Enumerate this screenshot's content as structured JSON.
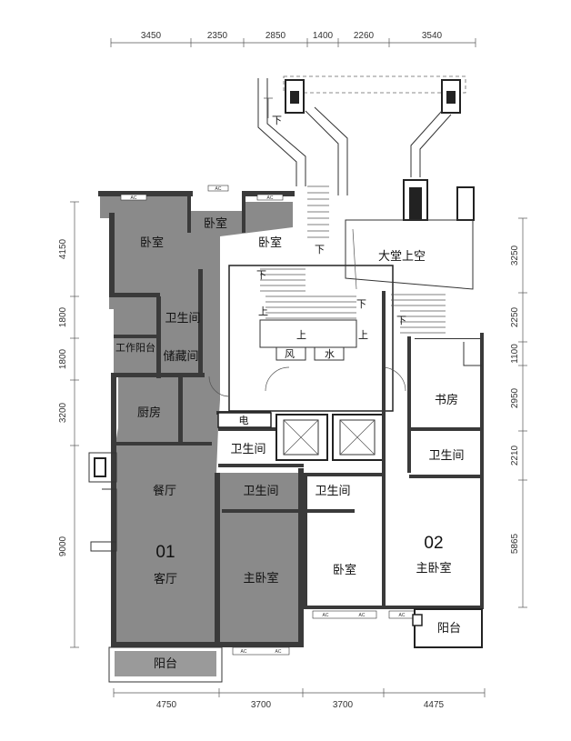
{
  "dimensions": {
    "top": [
      "3450",
      "2350",
      "2850",
      "1400",
      "2260",
      "3540"
    ],
    "bottom": [
      "4750",
      "3700",
      "3700",
      "4475"
    ],
    "left": [
      "4150",
      "1800",
      "1800",
      "3200",
      "9000"
    ],
    "right": [
      "3250",
      "2250",
      "1100",
      "2950",
      "2210",
      "5865"
    ]
  },
  "units": {
    "unit_01": "01",
    "unit_02": "02"
  },
  "rooms": {
    "u1_bedroom_left": "卧室",
    "u1_bedroom_mid": "卧室",
    "u1_bedroom_right": "卧室",
    "u1_bath_top": "卫生间",
    "u1_work_balcony": "工作阳台",
    "u1_storage": "储藏间",
    "u1_kitchen": "厨房",
    "u1_dining": "餐厅",
    "u1_living": "客厅",
    "u1_bath_mid": "卫生间",
    "u1_bath_lower": "卫生间",
    "u1_master": "主卧室",
    "u1_balcony": "阳台",
    "lobby_void": "大堂上空",
    "u2_study": "书房",
    "u2_bath_a": "卫生间",
    "u2_bath_b": "卫生间",
    "u2_bedroom": "卧室",
    "u2_master": "主卧室",
    "u2_balcony": "阳台"
  },
  "core": {
    "up1": "上",
    "up2": "上",
    "up3": "上",
    "down1": "下",
    "down2": "下",
    "down3": "下",
    "down4": "下",
    "down5": "下",
    "wind": "风",
    "water": "水",
    "elec": "电"
  },
  "ac_label": "AC"
}
